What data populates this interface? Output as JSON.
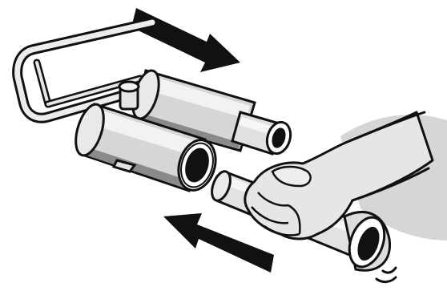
{
  "illustration": {
    "subject": "trombone-slide-with-hand",
    "colors": {
      "ink": "#111111",
      "metal_light": "#e9e9e9",
      "metal_mid": "#c4c4c4",
      "metal_shadow": "#8a8a8a",
      "skin": "#e6e6e6",
      "sleeve_shadow": "#cfcfcf",
      "background": "#ffffff"
    },
    "arrows": [
      {
        "icon": "arrow-right-icon",
        "direction": "outward"
      },
      {
        "icon": "arrow-left-icon",
        "direction": "inward"
      }
    ]
  }
}
